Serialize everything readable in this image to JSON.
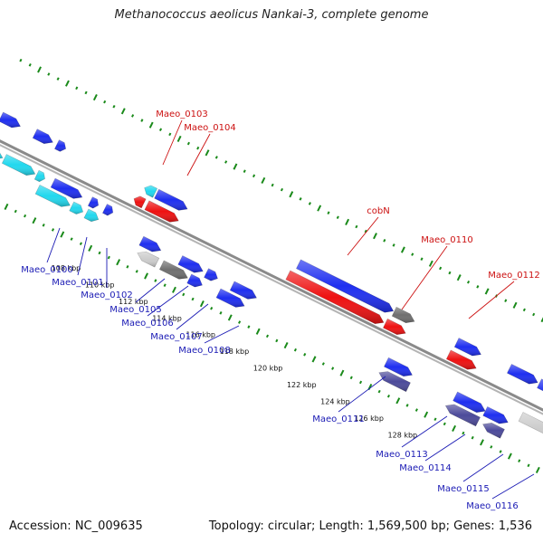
{
  "title": "Methanococcus aeolicus Nankai-3, complete genome",
  "footer": {
    "accession": "Accession: NC_009635",
    "summary": "Topology: circular; Length: 1,569,500 bp; Genes: 1,536"
  },
  "colors": {
    "forward": "#1f2ff0",
    "reverse": "#ee1111",
    "cyan": "#22d8ee",
    "gray": "#6f6f6f",
    "slate": "#4c4a9a",
    "light": "#cccccc",
    "label_blue": "#1a1ab4",
    "label_red": "#cc1010",
    "tick_green": "#1a8a1a"
  },
  "ticks": [
    "108 kbp",
    "110 kbp",
    "112 kbp",
    "114 kbp",
    "116 kbp",
    "118 kbp",
    "120 kbp",
    "122 kbp",
    "124 kbp",
    "126 kbp",
    "128 kbp"
  ],
  "labels_top": [
    "Maeo_0103",
    "Maeo_0104",
    "cobN",
    "Maeo_0110",
    "Maeo_0112"
  ],
  "labels_bottom": [
    "Maeo_0100",
    "Maeo_0101",
    "Maeo_0102",
    "Maeo_0105",
    "Maeo_0106",
    "Maeo_0107",
    "Maeo_0108",
    "Maeo_0111",
    "Maeo_0113",
    "Maeo_0114",
    "Maeo_0115",
    "Maeo_0116"
  ]
}
